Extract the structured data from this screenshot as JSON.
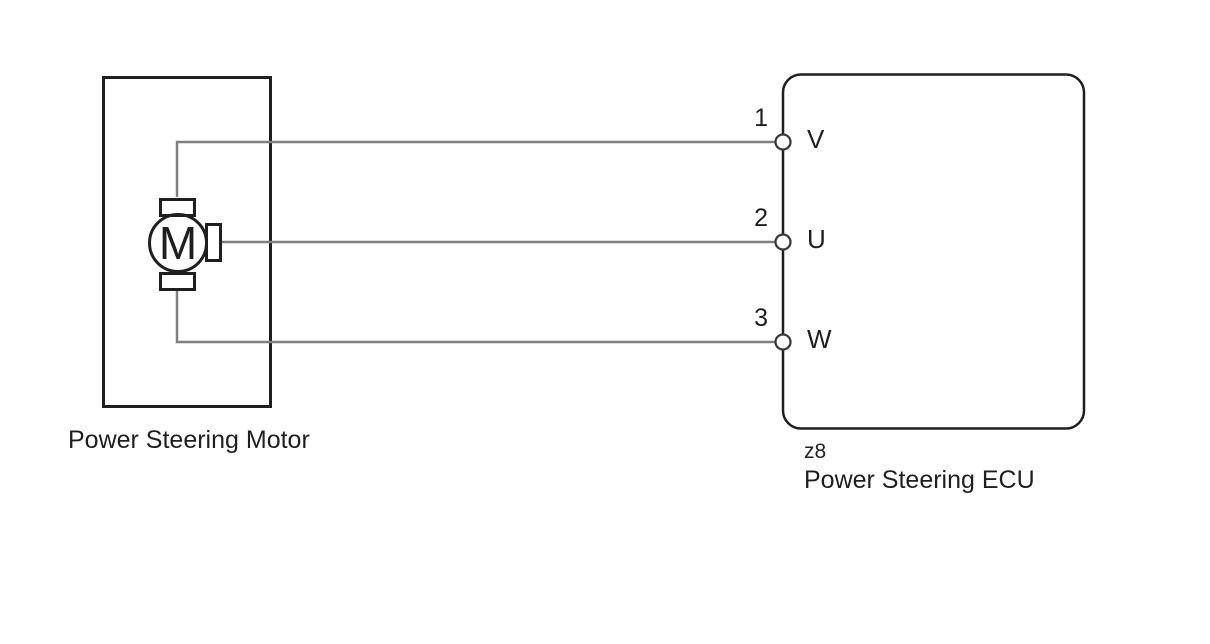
{
  "diagram": {
    "motor": {
      "label": "Power Steering Motor",
      "symbol": "M"
    },
    "ecu": {
      "code": "z8",
      "label": "Power Steering ECU"
    },
    "pins": [
      {
        "number": "1",
        "label": "V"
      },
      {
        "number": "2",
        "label": "U"
      },
      {
        "number": "3",
        "label": "W"
      }
    ],
    "colors": {
      "outline": "#1f1f1f",
      "wire": "#808080",
      "background": "#ffffff"
    }
  }
}
